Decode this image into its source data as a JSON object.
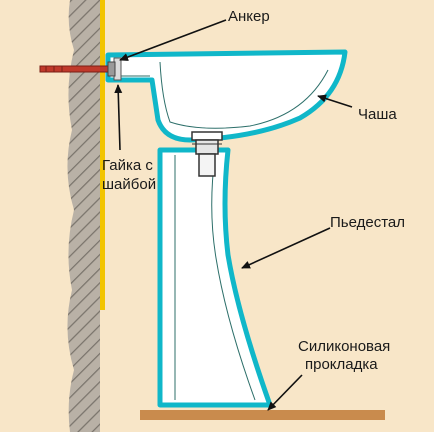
{
  "labels": {
    "anchor": "Анкер",
    "nut_line1": "Гайка с",
    "nut_line2": "шайбой",
    "bowl": "Чаша",
    "pedestal": "Пьедестал",
    "gasket_line1": "Силиконовая",
    "gasket_line2": "прокладка"
  },
  "colors": {
    "background": "#f8e6c8",
    "wall": "#b9b1a6",
    "wall_hatch": "#7a746c",
    "wall_finish": "#f2c400",
    "sink_fill": "#ffffff",
    "sink_outline": "#10b7c9",
    "sink_inner_line": "#2d6f6a",
    "floor": "#c98b4d",
    "bolt": "#c0392b",
    "arrow": "#111111"
  }
}
